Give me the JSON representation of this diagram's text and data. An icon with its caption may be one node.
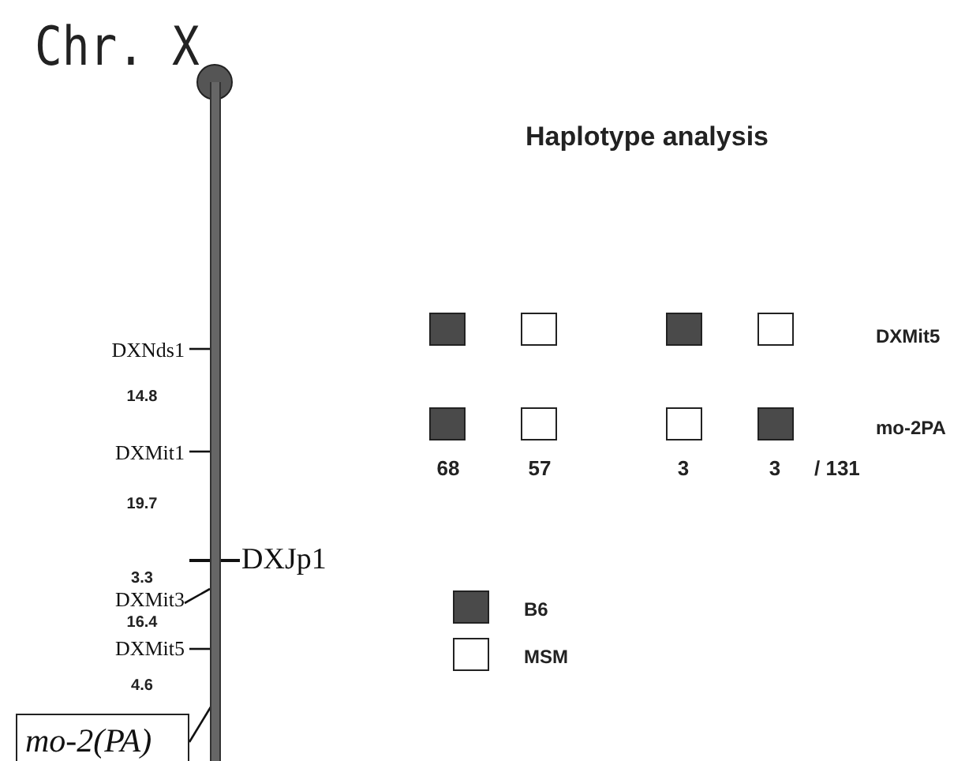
{
  "diagram": {
    "title": "Chr. X",
    "nodes": [
      {
        "text": [],
        "shape": "bar"
      },
      {
        "text": [
          "mo-2(PA)"
        ]
      }
    ],
    "edges": [
      {
        "from": 1,
        "to": 0,
        "arrow": "none"
      }
    ],
    "labels": [
      "Haplotype analysis",
      "DXNds1",
      "DXMit5",
      "14.8",
      "mo-2PA",
      "DXMit1",
      "68",
      "57",
      "3",
      "3",
      "/ 131",
      "19.7",
      "DXJp1",
      "3.3",
      "DXMit3",
      "16.4",
      "DXMit5",
      "4.6"
    ],
    "legend": [
      {
        "text": "B6",
        "color": "#4a4a4a"
      },
      {
        "text": "MSM",
        "color": "#ffffff"
      }
    ]
  }
}
